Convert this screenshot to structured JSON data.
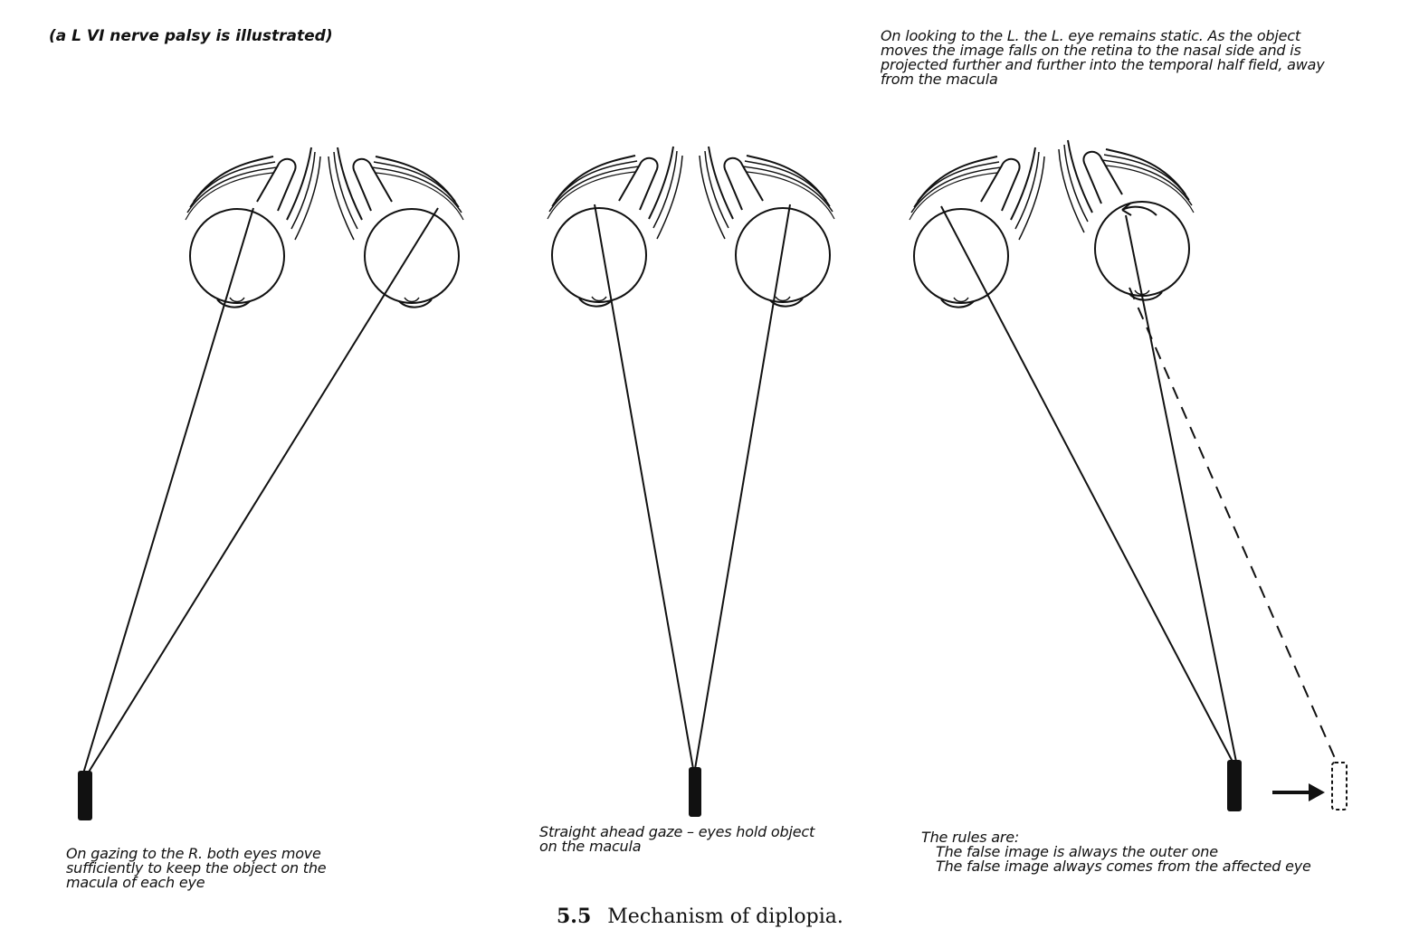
{
  "figure": {
    "top_note": "(a L VI nerve palsy is illustrated)",
    "right_note_lines": [
      "On looking to the L. the L. eye remains static.  As the object",
      "moves the image falls on the retina to the nasal side and is",
      "projected further and further into the temporal half field, away",
      "from the macula"
    ],
    "left_note_lines": [
      "On gazing to the R. both eyes move",
      "sufficiently to keep the object on the",
      "macula of each eye"
    ],
    "center_note_lines": [
      "Straight ahead gaze – eyes hold object",
      "on the macula"
    ],
    "rules_lines": [
      "The rules are:",
      "The false image is always the outer one",
      "The false image always comes from the affected eye"
    ],
    "caption_number": "5.5",
    "caption_text": "Mechanism of diplopia."
  }
}
